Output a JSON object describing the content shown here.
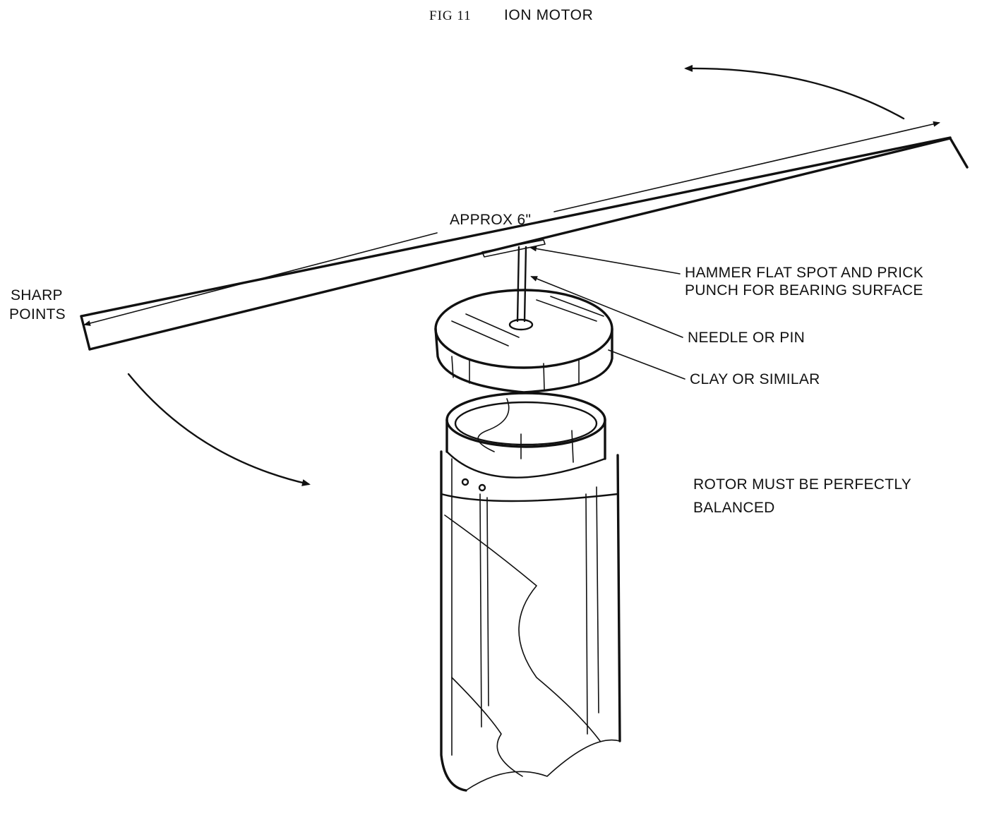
{
  "figure": {
    "number": "FIG 11",
    "title": "ION MOTOR"
  },
  "labels": {
    "approx": "APPROX 6\"",
    "sharp_points": [
      "SHARP",
      "POINTS"
    ],
    "hammer": [
      "HAMMER FLAT SPOT AND PRICK",
      "PUNCH FOR BEARING SURFACE"
    ],
    "needle": "NEEDLE OR PIN",
    "clay": "CLAY OR SIMILAR",
    "rotor": [
      "ROTOR MUST BE PERFECTLY",
      "BALANCED"
    ]
  },
  "colors": {
    "ink": "#111111",
    "paper": "#ffffff"
  }
}
